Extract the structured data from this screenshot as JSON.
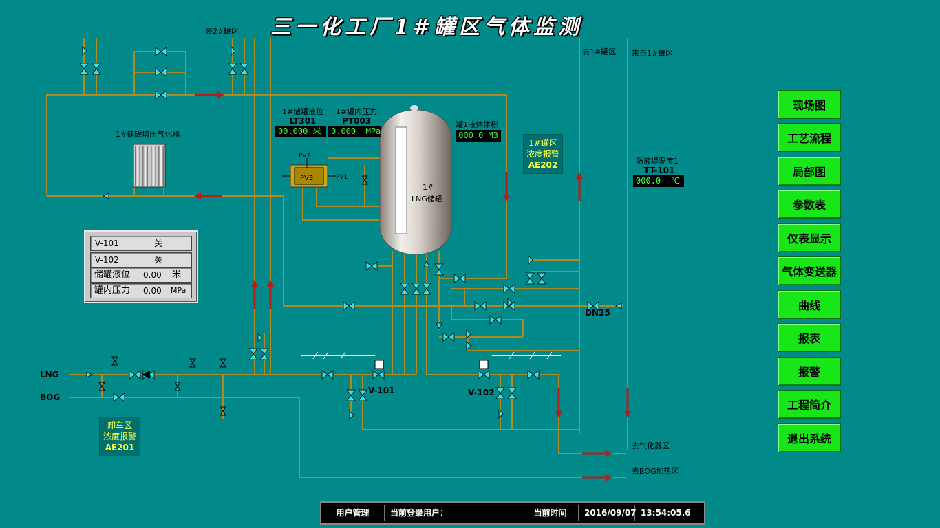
{
  "title": "三一化工厂1#罐区气体监测",
  "labels": {
    "to_tank2": "去2#罐区",
    "to_tank1": "去1#罐区",
    "from_tank1": "来自1#罐区",
    "vaporizer": "1#储罐增压气化器",
    "tank_name_1": "1#",
    "tank_name_2": "LNG储罐",
    "pv2": "PV2",
    "pv3": "PV3",
    "pv1": "PV1",
    "lng": "LNG",
    "bog": "BOG",
    "v101": "V-101",
    "v102": "V-102",
    "dn25": "DN25",
    "to_vaporizer_area": "去气化器区",
    "to_bog_heater": "去BOG加热区"
  },
  "instruments": {
    "level": {
      "name": "1#储罐液位",
      "tag": "LT301",
      "value": "00.000",
      "unit": "米"
    },
    "pressure": {
      "name": "1#罐内压力",
      "tag": "PT003",
      "value": "0.000",
      "unit": "MPa"
    },
    "volume": {
      "name": "罐1液体体积",
      "value": "000.0",
      "unit": "M3"
    },
    "temp": {
      "name": "防液堤温度1",
      "tag": "TT-101",
      "value": "000.0",
      "unit": "℃"
    }
  },
  "alarms": {
    "ae202": {
      "line1": "1#罐区",
      "line2": "浓度报警",
      "tag": "AE202"
    },
    "ae201": {
      "line1": "卸车区",
      "line2": "浓度报警",
      "tag": "AE201"
    }
  },
  "status_panel": {
    "rows": [
      {
        "label": "V-101",
        "value": "关",
        "unit": ""
      },
      {
        "label": "V-102",
        "value": "关",
        "unit": ""
      },
      {
        "label": "储罐液位",
        "value": "0.00",
        "unit": "米"
      },
      {
        "label": "罐内压力",
        "value": "0.00",
        "unit": "MPa"
      }
    ]
  },
  "nav": [
    {
      "label": "现场图"
    },
    {
      "label": "工艺流程"
    },
    {
      "label": "局部图"
    },
    {
      "label": "参数表"
    },
    {
      "label": "仪表显示"
    },
    {
      "label": "气体变送器"
    },
    {
      "label": "曲线"
    },
    {
      "label": "报表"
    },
    {
      "label": "报警"
    },
    {
      "label": "工程简介"
    },
    {
      "label": "退出系统"
    }
  ],
  "footer": {
    "user_mgmt": "用户管理",
    "current_user_label": "当前登录用户：",
    "current_user": "",
    "time_label": "当前时间",
    "date": "2016/09/07",
    "time": "13:54:05.6"
  },
  "colors": {
    "background": "#028a8a",
    "pipe": "#b08a1e",
    "valve": "#40e0e0",
    "flow_arrow": "#c01818",
    "nav_button": "#19e619",
    "readout_text": "#3dff3d",
    "alarm_text": "#ffff40"
  }
}
